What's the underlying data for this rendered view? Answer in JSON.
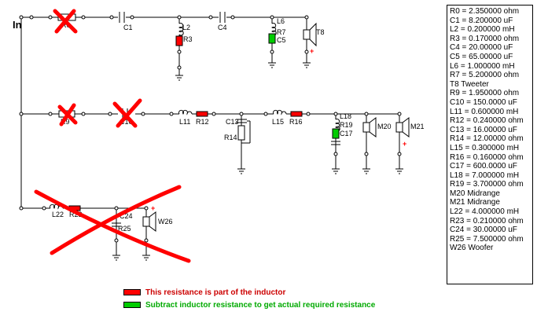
{
  "schematic": {
    "input_label": "In",
    "labels": {
      "C1": "C1",
      "L2": "L2",
      "R3": "R3",
      "C4": "C4",
      "L6": "L6",
      "R7": "R7",
      "C5": "C5",
      "T8": "T8",
      "R9": "R9",
      "C10": "C10",
      "L11": "L11",
      "R12": "R12",
      "C13": "C13",
      "R14": "R14",
      "L15": "L15",
      "R16": "R16",
      "L18": "L18",
      "R19": "R19",
      "C17": "C17",
      "M20": "M20",
      "M21": "M21",
      "L22": "L22",
      "R23": "R23",
      "C24": "C24",
      "R25": "R25",
      "W26": "W26",
      "R0": "R0"
    },
    "polarity_mark": "+"
  },
  "parts_list": [
    "R0 = 2.350000 ohm",
    "C1 = 8.200000 uF",
    "L2 = 0.200000 mH",
    "R3 = 0.170000 ohm",
    "C4 = 20.00000 uF",
    "C5 = 65.00000 uF",
    "L6 = 1.000000 mH",
    "R7 = 5.200000 ohm",
    "T8 Tweeter",
    "R9 = 1.950000 ohm",
    "C10 = 150.0000 uF",
    "L11 = 0.600000 mH",
    "R12 = 0.240000 ohm",
    "C13 = 16.00000 uF",
    "R14 = 12.00000 ohm",
    "L15 = 0.300000 mH",
    "R16 = 0.160000 ohm",
    "C17 = 600.0000 uF",
    "L18 = 7.000000 mH",
    "R19 = 3.700000 ohm",
    "M20 Midrange",
    "M21 Midrange",
    "L22 = 4.000000 mH",
    "R23 = 0.210000 ohm",
    "C24 = 30.00000 uF",
    "R25 = 7.500000 ohm",
    "W26 Woofer"
  ],
  "legend": {
    "red_text": "This resistance is part of the inductor",
    "green_text": "Subtract inductor resistance to get actual required resistance"
  },
  "colors": {
    "wire": "#000000",
    "inductor_resistance": "#ff0000",
    "subtract_resistance": "#00cc00",
    "strike_mark": "#ff0000",
    "red_text": "#cc0000",
    "green_text": "#00aa00"
  }
}
